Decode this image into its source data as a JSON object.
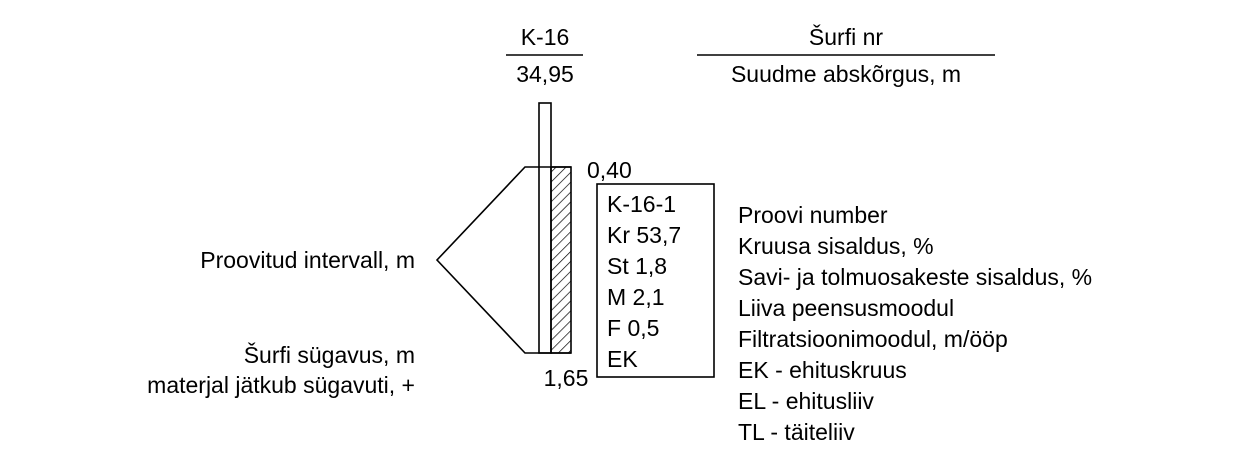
{
  "header": {
    "pit_id": "K-16",
    "pit_elevation": "34,95",
    "pit_label": "Šurfi nr",
    "elevation_label": "Suudme abskõrgus, m"
  },
  "depths": {
    "top": "0,40",
    "bottom": "1,65"
  },
  "left_labels": {
    "interval": "Proovitud intervall, m",
    "depth": "Šurfi sügavus, m",
    "continues": "materjal jätkub sügavuti, +"
  },
  "sample_box": [
    "K-16-1",
    "Kr 53,7",
    "St 1,8",
    "M 2,1",
    "F 0,5",
    "EK"
  ],
  "legend": [
    "Proovi number",
    "Kruusa sisaldus, %",
    "Savi- ja tolmuosakeste sisaldus, %",
    "Liiva peensusmoodul",
    "Filtratsioonimoodul, m/ööp",
    "EK - ehituskruus",
    "EL - ehitusliiv",
    "TL - täiteliiv"
  ]
}
